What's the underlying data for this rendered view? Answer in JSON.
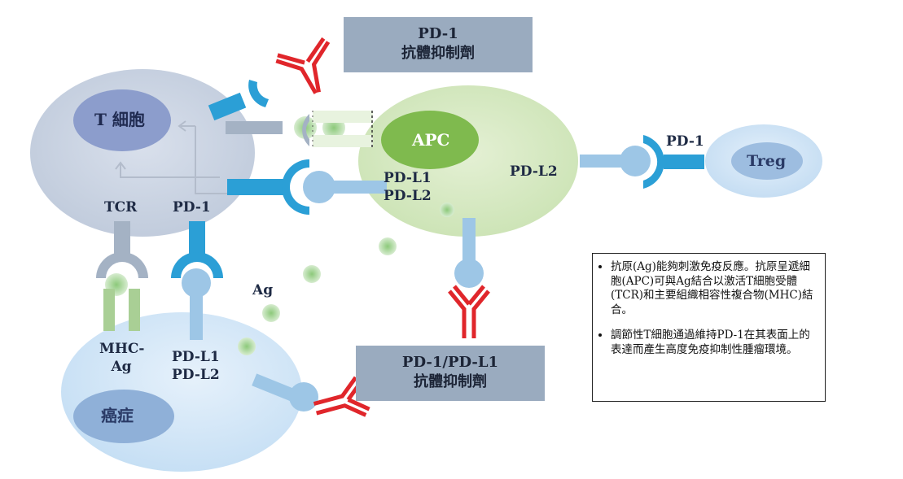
{
  "cells": {
    "t_cell": "T 細胞",
    "apc": "APC",
    "treg": "Treg",
    "cancer": "癌症"
  },
  "labels": {
    "tcr": "TCR",
    "pd1_tcell": "PD-1",
    "mhc_ag_line1": "MHC-",
    "mhc_ag_line2": "Ag",
    "pdl1_cancer": "PD-L1",
    "pdl2_cancer": "PD-L2",
    "pdl1_apc": "PD-L1",
    "pdl2_apc": "PD-L2",
    "pdl2_apc_right": "PD-L2",
    "pd1_treg": "PD-1",
    "ag": "Ag"
  },
  "boxes": {
    "pd1_inhibitor_line1": "PD-1",
    "pd1_inhibitor_line2": "抗體抑制劑",
    "pd1_pdl1_inhibitor_line1": "PD-1/PD-L1",
    "pd1_pdl1_inhibitor_line2": "抗體抑制劑"
  },
  "info": {
    "bullet1": "抗原(Ag)能夠刺激免疫反應。抗原呈遞細胞(APC)可與Ag結合以激活T細胞受體(TCR)和主要組織相容性複合物(MHC)結合。",
    "bullet2": "調節性T細胞通過維持PD-1在其表面上的表達而產生高度免疫抑制性腫瘤環境。"
  },
  "colors": {
    "receptor_blue": "#2b9fd6",
    "ligand_light_blue": "#9dc6e6",
    "antibody_red": "#e0262b",
    "tcr_gray": "#a4b2c4",
    "antigen_green": "#9ed08c",
    "box_gray": "#9aabbf"
  }
}
